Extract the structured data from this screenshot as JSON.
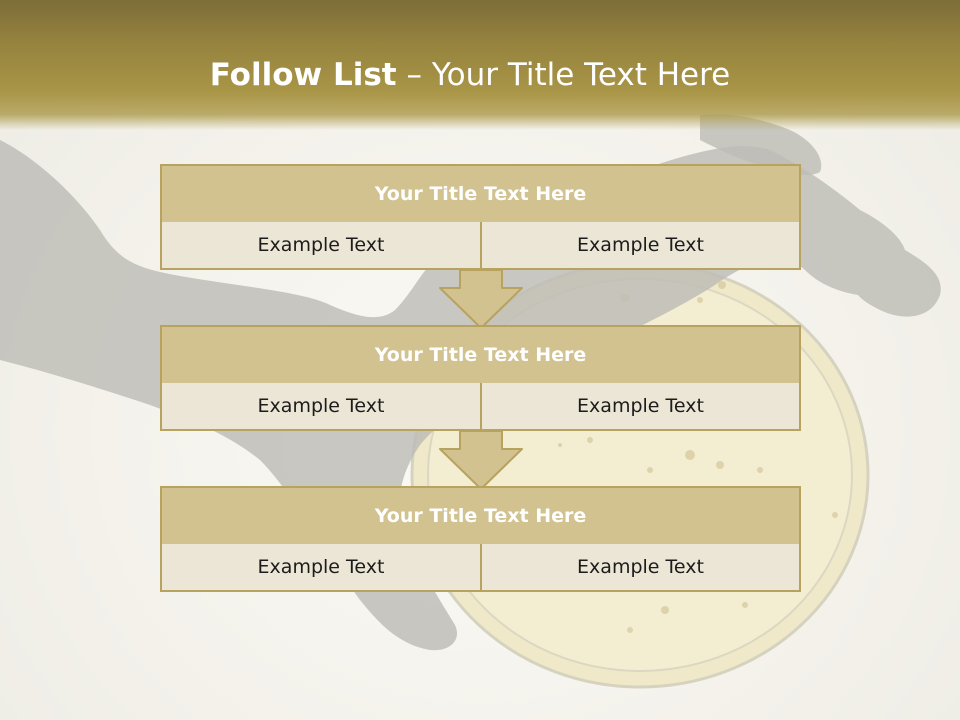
{
  "slide": {
    "title_bold": "Follow List",
    "title_rest": " – Your Title Text Here"
  },
  "blocks": [
    {
      "title": "Your Title Text Here",
      "left": "Example Text",
      "right": "Example Text"
    },
    {
      "title": "Your Title Text Here",
      "left": "Example Text",
      "right": "Example Text"
    },
    {
      "title": "Your Title Text Here",
      "left": "Example Text",
      "right": "Example Text"
    }
  ],
  "colors": {
    "header": "#96843f",
    "block_title_fill": "#d1c28f",
    "block_cell_fill": "#ebe6d6",
    "border": "#b8a260"
  }
}
